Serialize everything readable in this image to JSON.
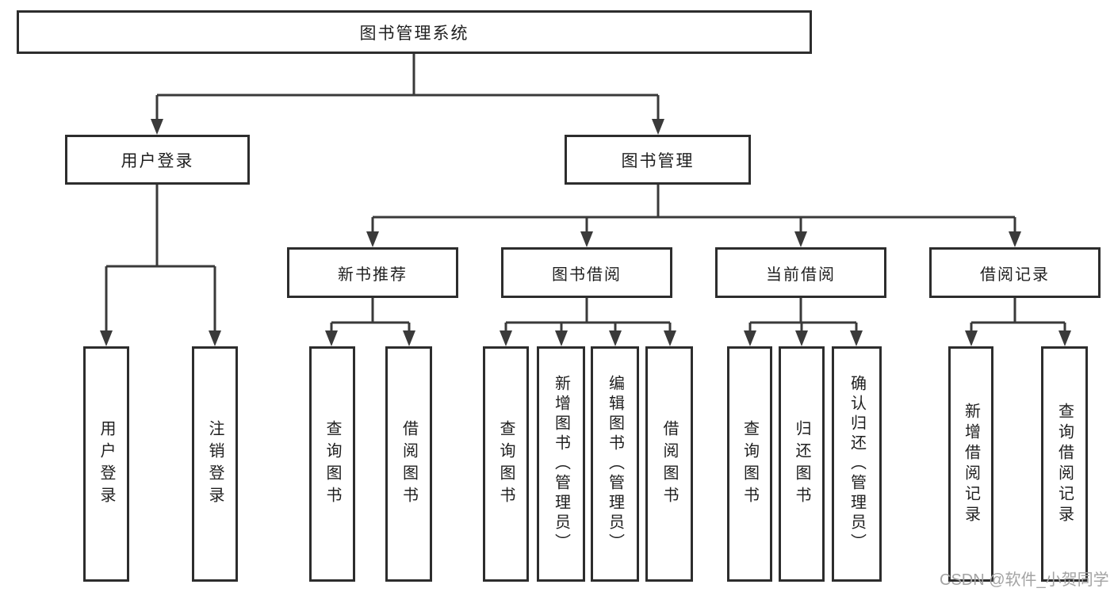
{
  "tree": {
    "label": "图书管理系统",
    "children": [
      {
        "label": "用户登录",
        "children": [
          {
            "label": "用户登录"
          },
          {
            "label": "注销登录"
          }
        ]
      },
      {
        "label": "图书管理",
        "children": [
          {
            "label": "新书推荐",
            "children": [
              {
                "label": "查询图书"
              },
              {
                "label": "借阅图书"
              }
            ]
          },
          {
            "label": "图书借阅",
            "children": [
              {
                "label": "查询图书"
              },
              {
                "label": "新增图书（管理员）"
              },
              {
                "label": "编辑图书（管理员）"
              },
              {
                "label": "借阅图书"
              }
            ]
          },
          {
            "label": "当前借阅",
            "children": [
              {
                "label": "查询图书"
              },
              {
                "label": "归还图书"
              },
              {
                "label": "确认归还（管理员）"
              }
            ]
          },
          {
            "label": "借阅记录",
            "children": [
              {
                "label": "新增借阅记录"
              },
              {
                "label": "查询借阅记录"
              }
            ]
          }
        ]
      }
    ]
  },
  "watermark": {
    "text": "CSDN @软件_小贺同学"
  },
  "colors": {
    "line": "#3a3a3a",
    "box_border": "#2d2d2d",
    "text": "#1f1f1f",
    "watermark": "#a3a3a3",
    "background": "#ffffff"
  }
}
